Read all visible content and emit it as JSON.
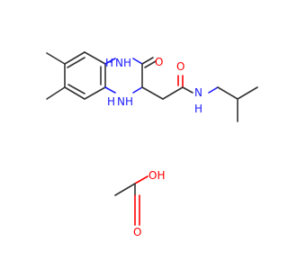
{
  "diagram": {
    "atom_colors": {
      "carbon_bond": "#333333",
      "nitrogen": "#1a1aff",
      "oxygen": "#ff0000",
      "background": "#ffffff"
    },
    "labels": {
      "nh_top": "NH",
      "nh_bottom": "NH",
      "h_top": "H",
      "h_bottom": "H",
      "o_lactam": "O",
      "o_amide": "O",
      "nh_amide": "N",
      "h_amide": "H",
      "oh_acid": "OH",
      "o_acid": "O"
    }
  }
}
